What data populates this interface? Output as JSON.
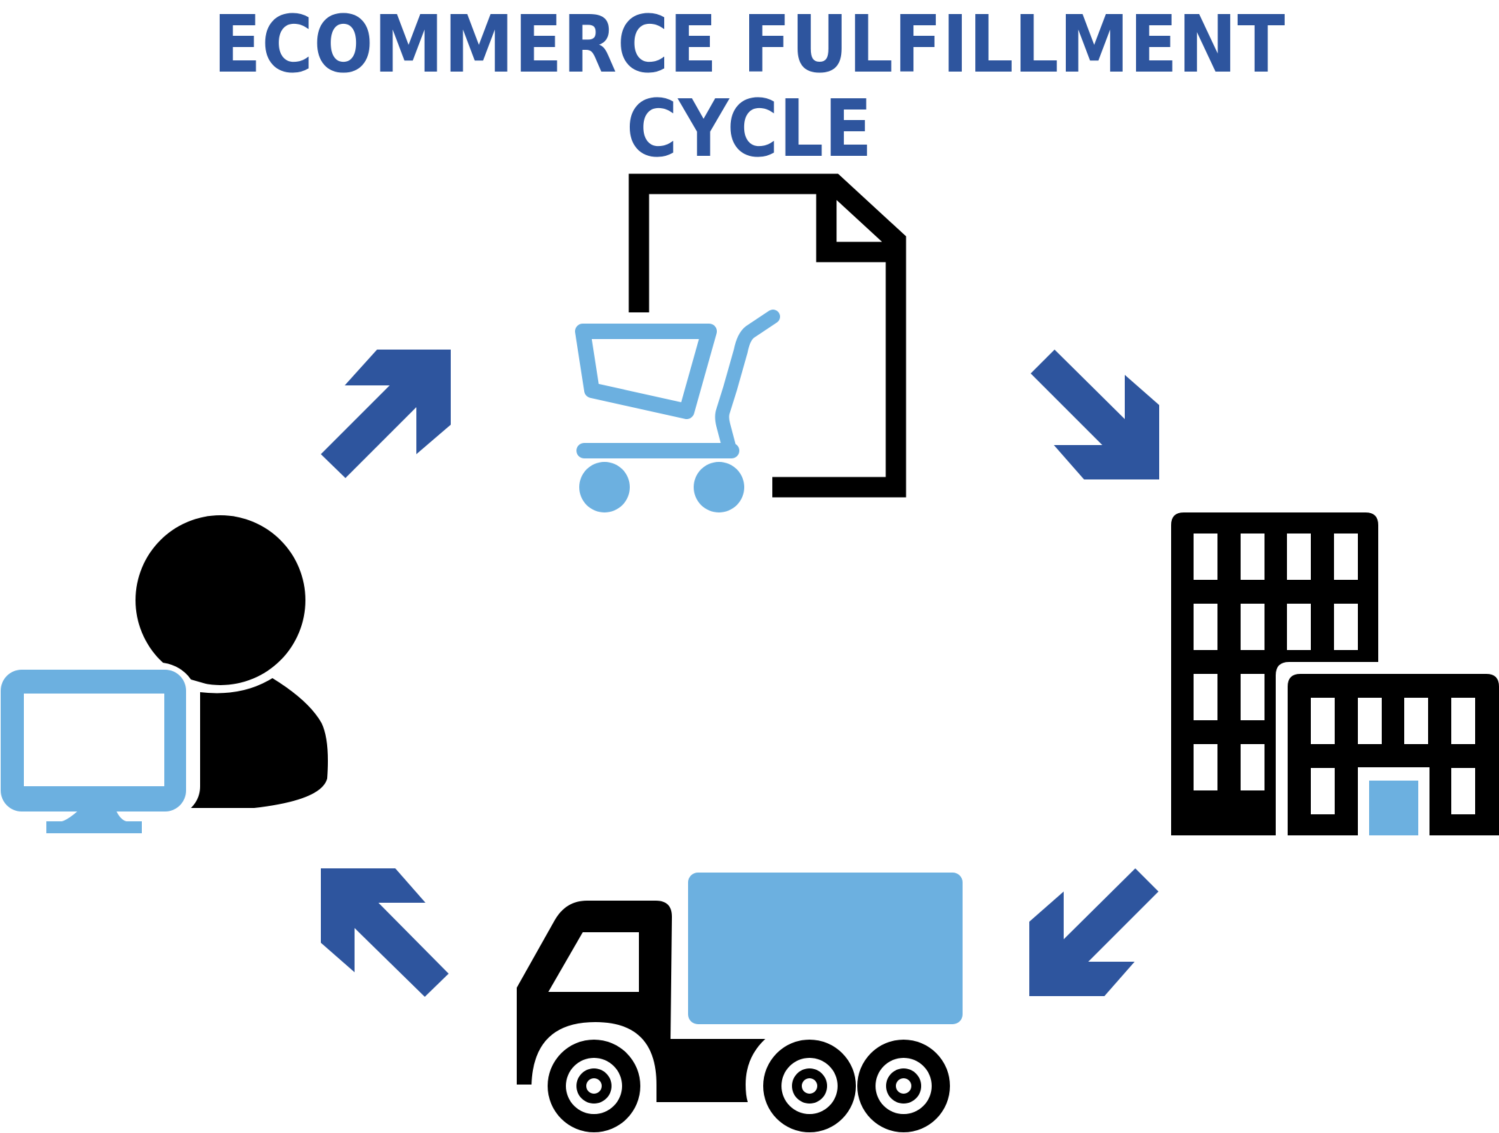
{
  "title": "ECOMMERCE FULFILLMENT CYCLE",
  "colors": {
    "title": "#2e559e",
    "arrow": "#2e559e",
    "accent": "#6cb0e0",
    "icon": "#000000",
    "background": "#ffffff"
  },
  "nodes": [
    {
      "id": "order",
      "icon": "document-with-shopping-cart-icon"
    },
    {
      "id": "warehouse",
      "icon": "office-buildings-icon"
    },
    {
      "id": "shipping",
      "icon": "delivery-truck-icon"
    },
    {
      "id": "customer",
      "icon": "person-at-computer-icon"
    }
  ],
  "arrows": [
    {
      "from": "customer",
      "to": "order",
      "direction": "up-right"
    },
    {
      "from": "order",
      "to": "warehouse",
      "direction": "down-right"
    },
    {
      "from": "warehouse",
      "to": "shipping",
      "direction": "down-left"
    },
    {
      "from": "shipping",
      "to": "customer",
      "direction": "up-left"
    }
  ]
}
